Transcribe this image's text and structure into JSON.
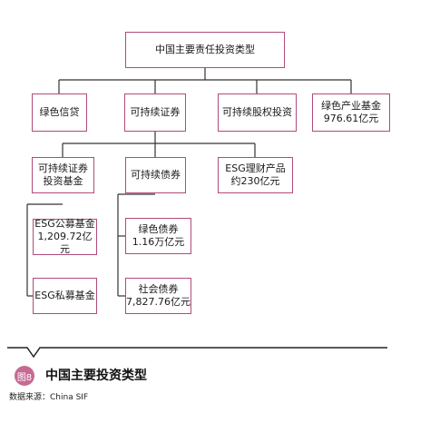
{
  "diagram": {
    "root": "中国主要责任投资类型",
    "categories": [
      {
        "id": "green_credit",
        "label": "绿色信贷"
      },
      {
        "id": "sustainable_securities",
        "label": "可持续证券"
      },
      {
        "id": "sustainable_equity",
        "label": "可持续股权投资"
      },
      {
        "id": "green_industry_fund",
        "label": "绿色产业基金\n976.61亿元"
      }
    ],
    "securities_children": [
      {
        "id": "securities_funds",
        "label": "可持续证券\n投资基金"
      },
      {
        "id": "sustainable_bonds",
        "label": "可持续债券"
      },
      {
        "id": "esg_wealth",
        "label": "ESG理财产品\n约230亿元"
      }
    ],
    "fund_children": [
      {
        "id": "esg_public_fund",
        "label": "ESG公募基金\n1,209.72亿元"
      },
      {
        "id": "esg_private_fund",
        "label": "ESG私募基金"
      }
    ],
    "bond_children": [
      {
        "id": "green_bonds",
        "label": "绿色债券\n1.16万亿元"
      },
      {
        "id": "social_bonds",
        "label": "社会债券\n7,827.76亿元"
      }
    ]
  },
  "caption": {
    "badge": "图8",
    "title": "中国主要投资类型"
  },
  "source": "数据来源：China SIF",
  "colors": {
    "node_border": "#b24a7a",
    "connector": "#333333",
    "badge_bg": "#c66a93"
  }
}
